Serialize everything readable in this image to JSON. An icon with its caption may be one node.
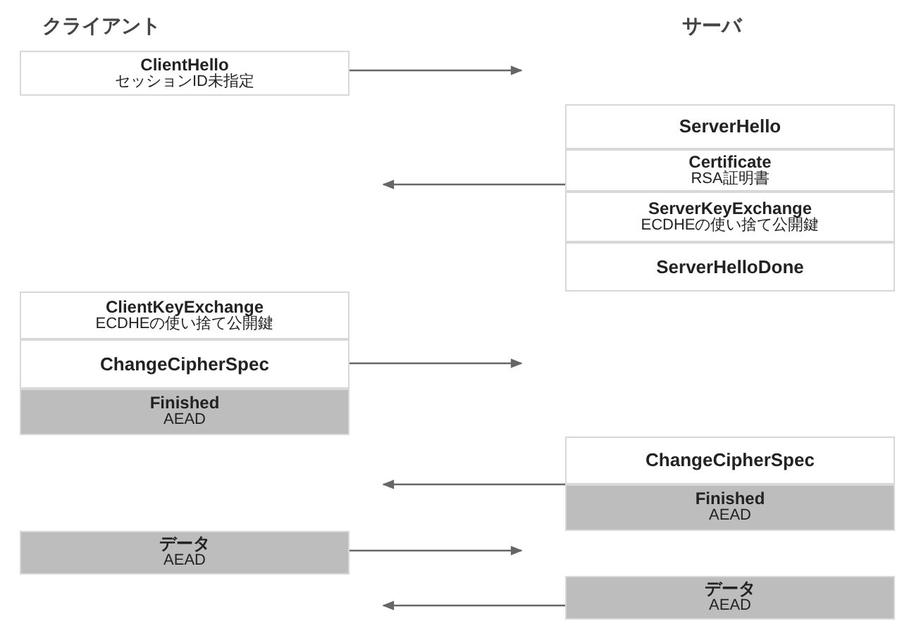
{
  "diagram": {
    "nodes": [
      {
        "text": [
          "ClientHello",
          "セッションID未指定"
        ]
      },
      {
        "text": [
          "ServerHello"
        ]
      },
      {
        "text": [
          "Certificate",
          "RSA証明書"
        ]
      },
      {
        "text": [
          "ServerKeyExchange",
          "ECDHEの使い捨て公開鍵"
        ]
      },
      {
        "text": [
          "ServerHelloDone"
        ]
      },
      {
        "text": [
          "ClientKeyExchange",
          "ECDHEの使い捨て公開鍵"
        ]
      },
      {
        "text": [
          "ChangeCipherSpec"
        ]
      },
      {
        "text": [
          "Finished",
          "AEAD"
        ]
      },
      {
        "text": [
          "ChangeCipherSpec"
        ]
      },
      {
        "text": [
          "Finished",
          "AEAD"
        ]
      },
      {
        "text": [
          "データ",
          "AEAD"
        ]
      },
      {
        "text": [
          "データ",
          "AEAD"
        ]
      }
    ],
    "edges": [
      {
        "from": 0,
        "to": null,
        "arrow": "to"
      },
      {
        "from": 2,
        "to": null,
        "arrow": "to"
      },
      {
        "from": 6,
        "to": null,
        "arrow": "to"
      },
      {
        "from": 8,
        "to": null,
        "arrow": "to"
      },
      {
        "from": 10,
        "to": null,
        "arrow": "to"
      },
      {
        "from": 11,
        "to": null,
        "arrow": "to"
      }
    ],
    "labels": [
      "クライアント",
      "サーバ"
    ]
  }
}
